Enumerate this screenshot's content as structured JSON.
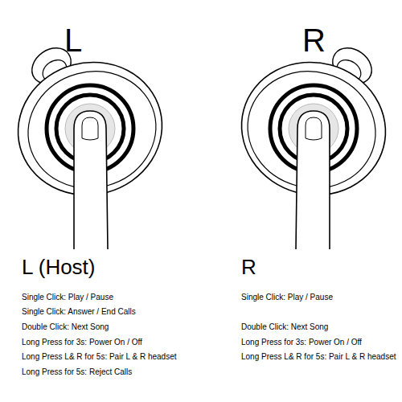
{
  "diagram": {
    "labels": [
      "L",
      "R",
      "L (Host)",
      "Single Click: Play / Pause",
      "Single Click: Answer / End Calls",
      "Double Click: Next Song",
      "Long Press for 3s: Power On / Off",
      "Long Press L& R for 5s: Pair L & R headset",
      "Long Press for 5s: Reject Calls",
      "R",
      "Single Click: Play / Pause",
      "Double Click: Next Song",
      "Long Press for 3s: Power On / Off",
      "Long Press L& R for 5s: Pair L & R headset"
    ]
  }
}
